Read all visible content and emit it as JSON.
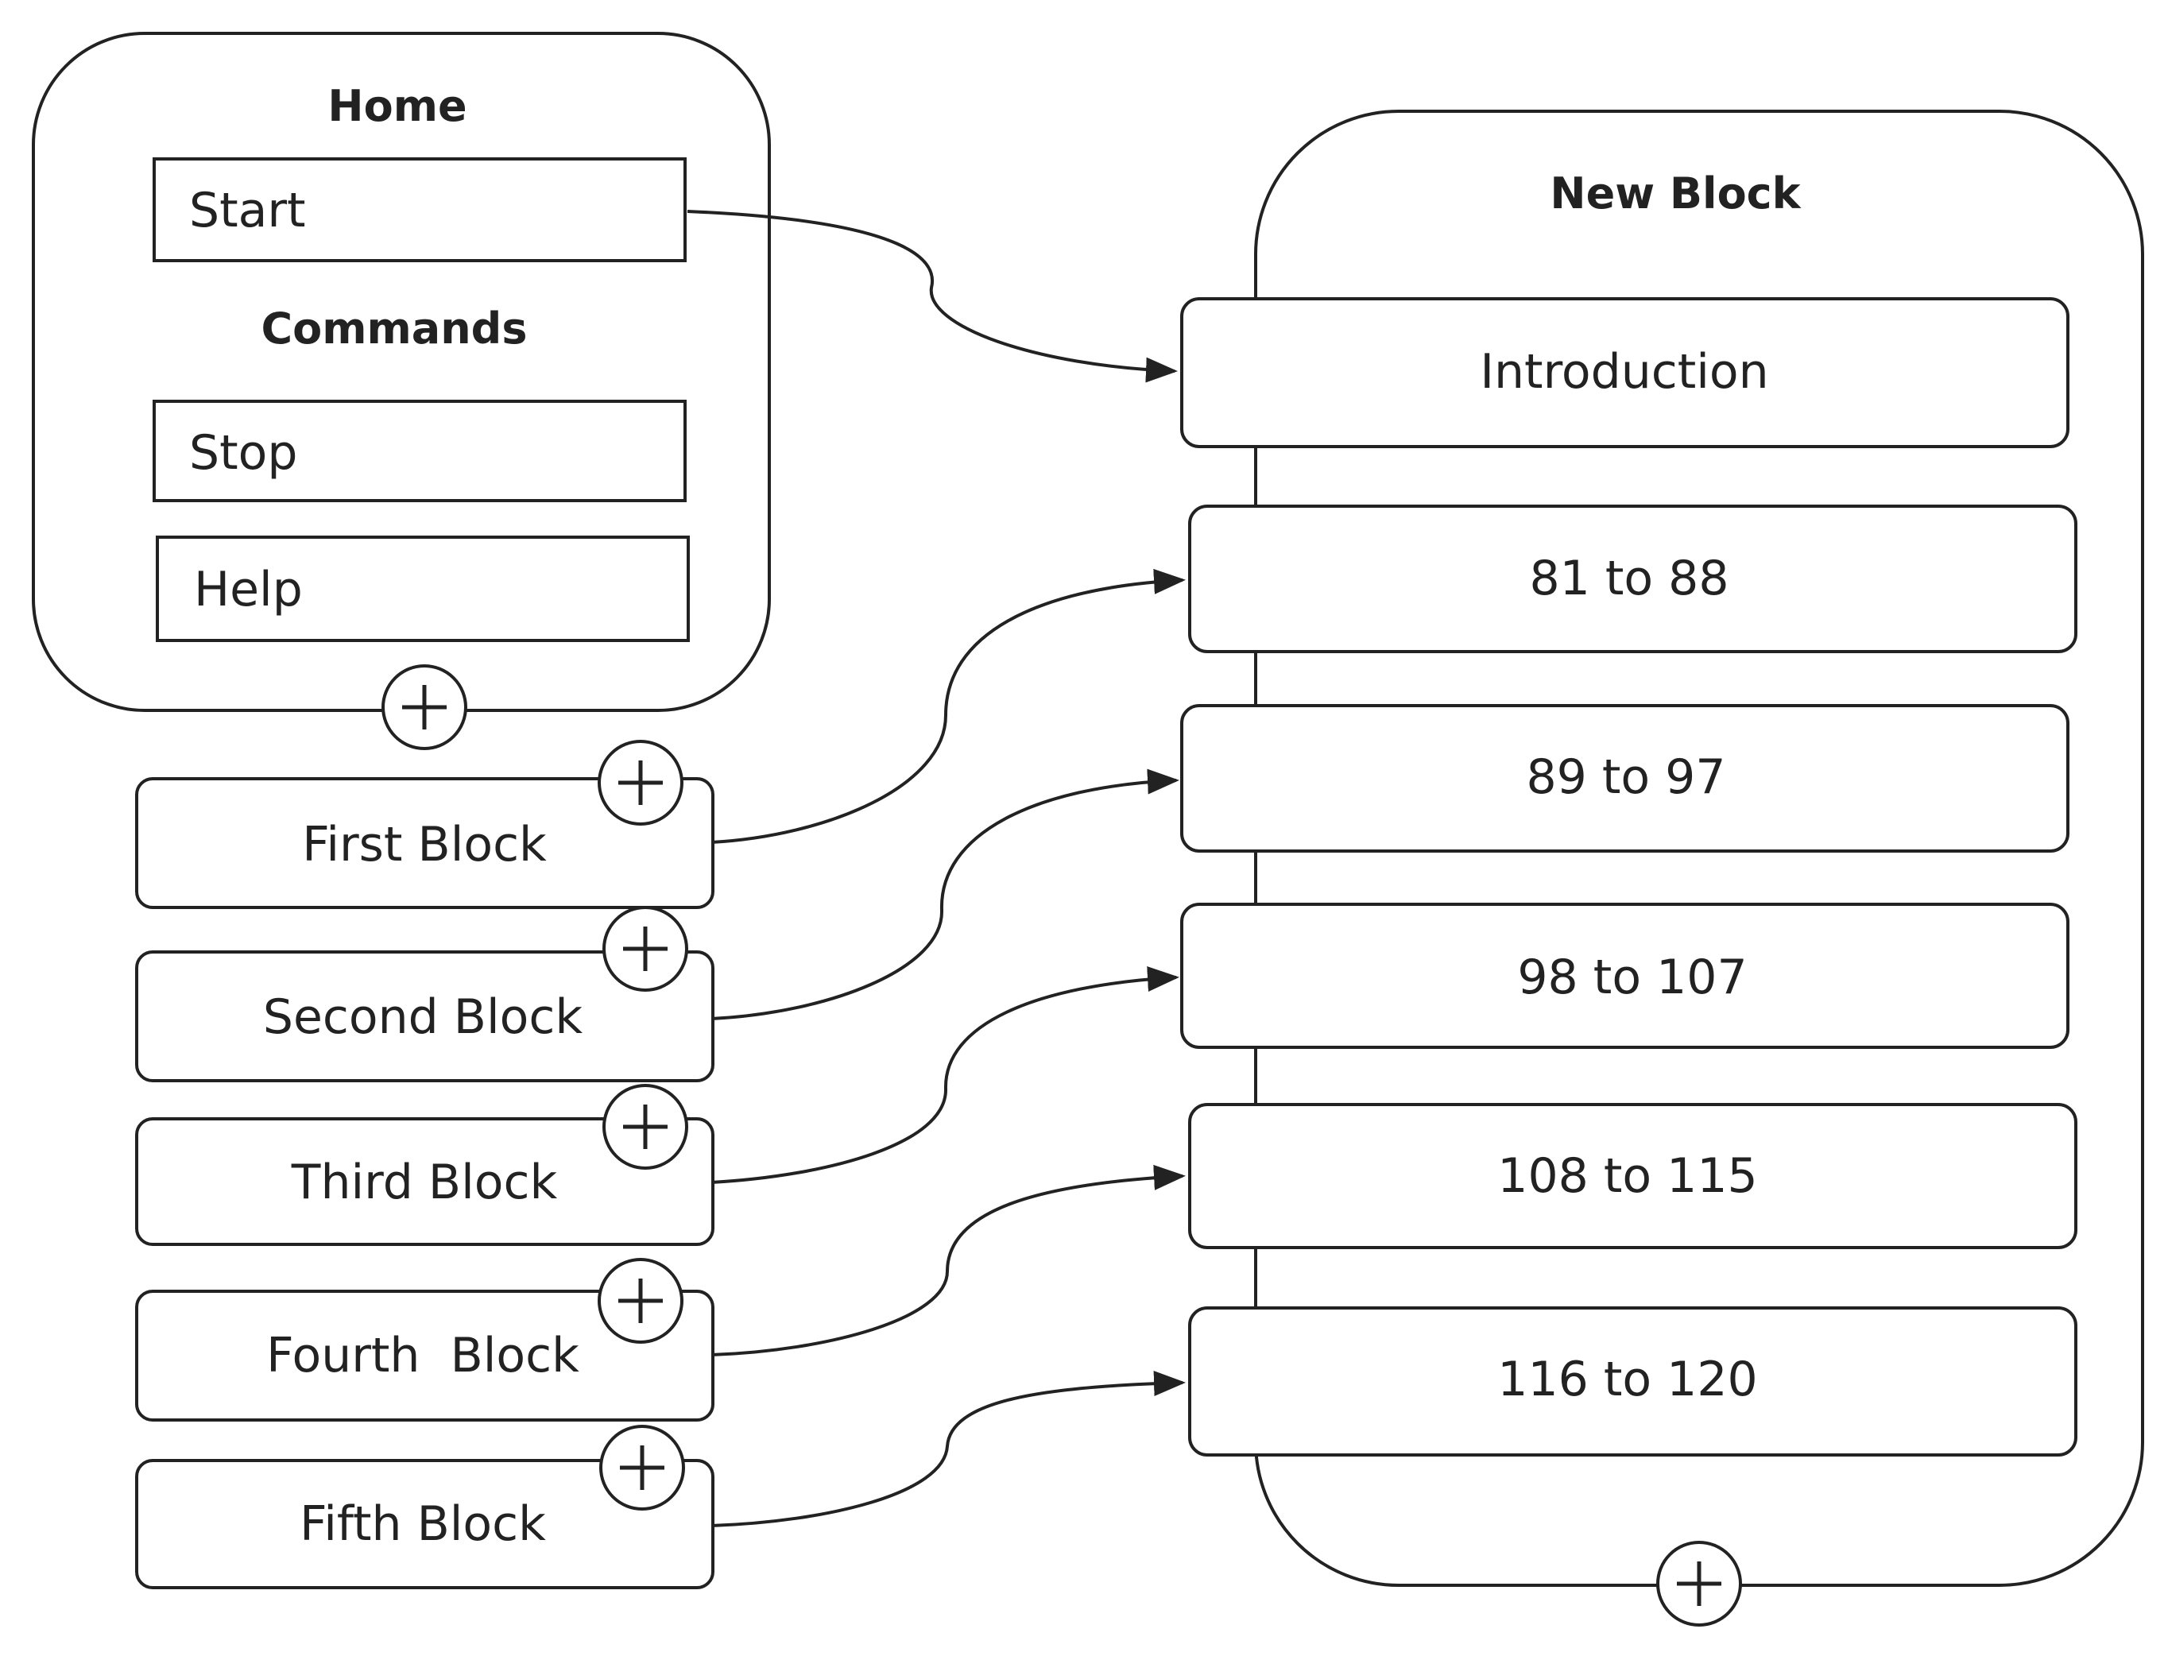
{
  "home": {
    "title": "Home",
    "commands_title": "Commands",
    "start_label": "Start",
    "stop_label": "Stop",
    "help_label": "Help"
  },
  "left_blocks": [
    {
      "label": "First Block"
    },
    {
      "label": "Second Block"
    },
    {
      "label": "Third Block"
    },
    {
      "label": "Fourth  Block"
    },
    {
      "label": "Fifth Block"
    }
  ],
  "new_block": {
    "title": "New Block",
    "items": [
      {
        "label": "Introduction"
      },
      {
        "label": "81 to 88"
      },
      {
        "label": "89 to 97"
      },
      {
        "label": "98 to 107"
      },
      {
        "label": "108 to 115"
      },
      {
        "label": "116 to 120"
      }
    ]
  },
  "icons": {
    "add": "plus-circle-icon",
    "connector": "arrow-connector"
  },
  "colors": {
    "stroke": "#222222",
    "background": "#ffffff"
  }
}
